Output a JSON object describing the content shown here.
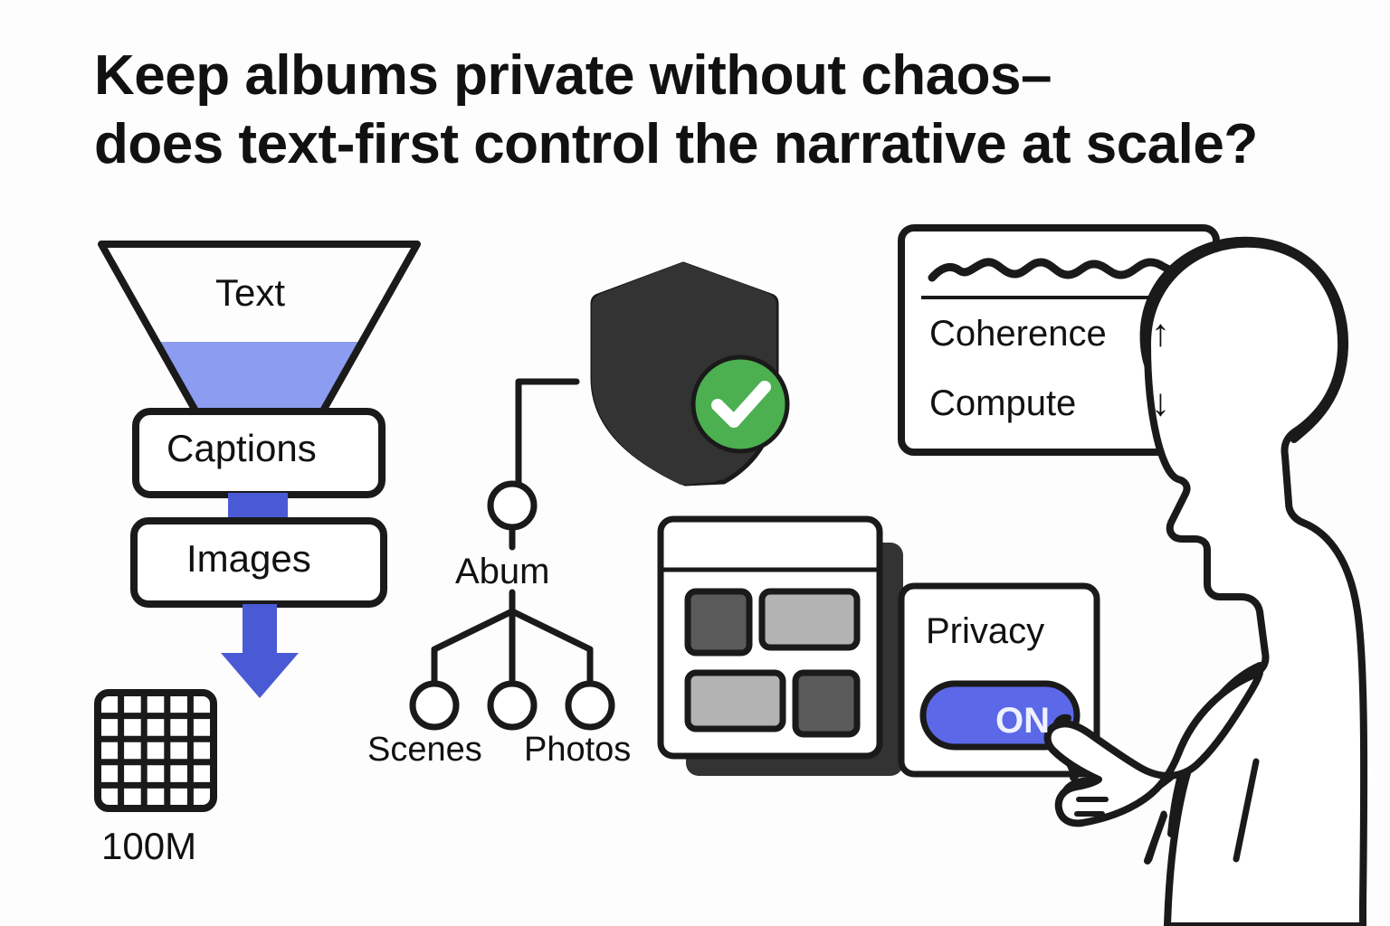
{
  "background_color": "#fdfdfd",
  "ink_color": "#1a1a1a",
  "title": {
    "line1": "Keep albums private without chaos–",
    "line2": "does text-first control the narrative at scale?",
    "full": "Keep albums private without chaos–\ndoes text-first control the narrative at scale?"
  },
  "funnel": {
    "top_label": "Text",
    "liquid_color": "#8c9cf0",
    "arrow_color": "#4a5ad4",
    "stages": [
      {
        "label": "Captions"
      },
      {
        "label": "Images"
      }
    ],
    "output": {
      "grid_label": "100M",
      "grid_rows": 5,
      "grid_cols": 5
    }
  },
  "tree": {
    "root_label": "Abum",
    "children": [
      {
        "label": "Scenes"
      },
      {
        "label": ""
      },
      {
        "label": "Photos"
      }
    ]
  },
  "shield": {
    "icon": "shield-icon",
    "body_color": "#333333",
    "badge_icon": "check-circle-icon",
    "badge_color": "#4caf50",
    "badge_check_color": "#ffffff"
  },
  "metrics_card": {
    "sparkline_icon": "squiggly-line-icon",
    "rows": [
      {
        "label": "Coherence",
        "trend": "↑",
        "trend_name": "arrow-up-icon"
      },
      {
        "label": "Compute",
        "trend": "↓",
        "trend_name": "arrow-down-icon"
      }
    ]
  },
  "gallery_window": {
    "shadow_color": "#333333",
    "titlebar": "",
    "tiles": [
      {
        "tone": "#5a5a5a",
        "shape": "square"
      },
      {
        "tone": "#b3b3b3",
        "shape": "wide"
      },
      {
        "tone": "#b3b3b3",
        "shape": "wide"
      },
      {
        "tone": "#5a5a5a",
        "shape": "square"
      }
    ]
  },
  "privacy_panel": {
    "title": "Privacy",
    "toggle": {
      "state_label": "ON",
      "state": "on",
      "track_color": "#5b68e8",
      "text_color": "#eef1ff"
    }
  },
  "person": {
    "icon": "person-pointing-icon",
    "pose": "profile-pointing-left"
  }
}
